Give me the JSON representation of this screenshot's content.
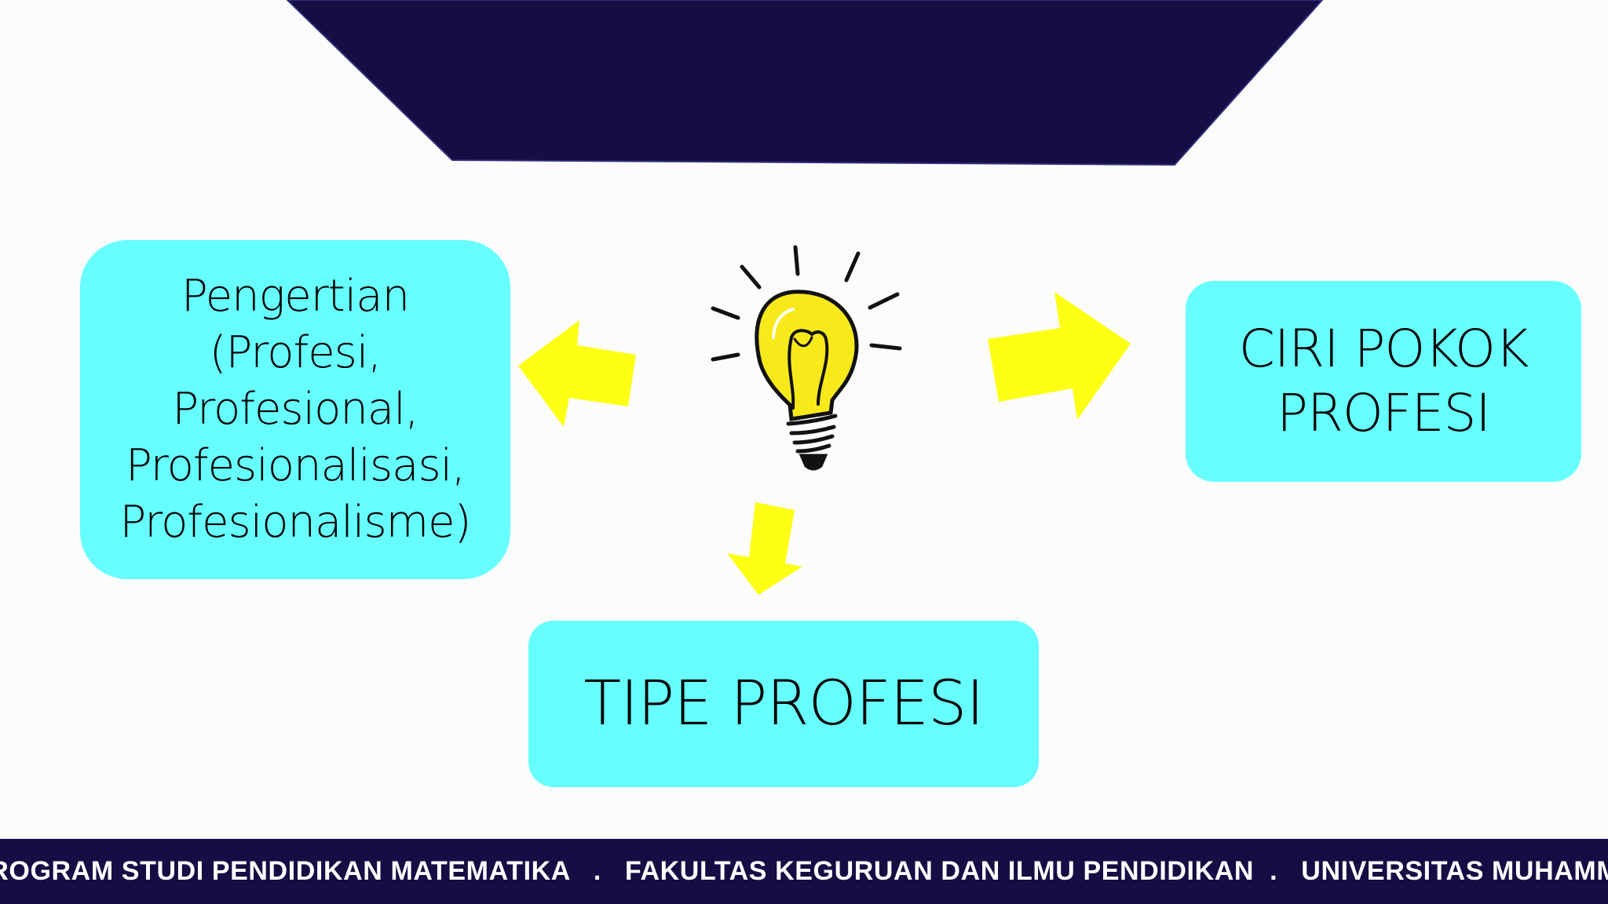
{
  "colors": {
    "navy": "#150d44",
    "box_fill": "#66feff",
    "arrow_yellow": "#ffff14",
    "bulb_yellow": "#f8ea1a",
    "background": "#fcfcfc"
  },
  "nodes": {
    "pengertian": {
      "lines": [
        "Pengertian",
        "(Profesi,",
        "Profesional,",
        "Profesionalisasi,",
        "Profesionalisme)"
      ]
    },
    "ciri": {
      "lines": [
        "CIRI POKOK",
        "PROFESI"
      ]
    },
    "tipe": {
      "label": "TIPE PROFESI"
    }
  },
  "center_icon": "lightbulb-icon",
  "arrows": [
    "arrow-left-icon",
    "arrow-right-icon",
    "arrow-down-icon"
  ],
  "footer": {
    "text": "PROGRAM STUDI PENDIDIKAN MATEMATIKA   .   FAKULTAS KEGURUAN DAN ILMU PENDIDIKAN  .   UNIVERSITAS MUHAMMADIYAH"
  }
}
